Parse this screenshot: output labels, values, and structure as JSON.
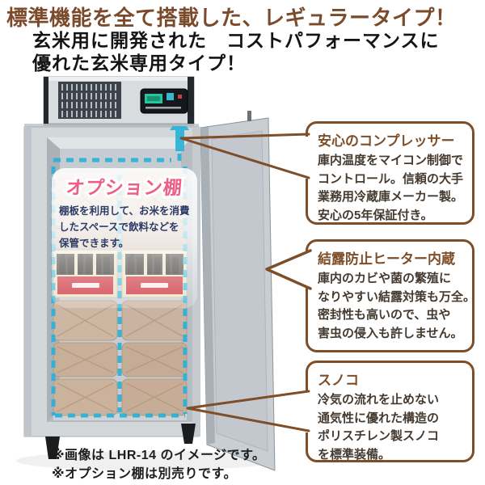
{
  "header": {
    "title": "標準機能を全て搭載した、レギュラータイプ！",
    "subtitle_line1": "玄米用に開発された　コストパフォーマンスに",
    "subtitle_line2": "優れた玄米専用タイプ！"
  },
  "product": {
    "option_shelf": {
      "title": "オプション棚",
      "lines": [
        "棚板を利用して、お米を消費",
        "したスペースで飲料などを",
        "保管できます。"
      ]
    }
  },
  "callouts": [
    {
      "id": "compressor",
      "title": "安心のコンプレッサー",
      "lines": [
        "庫内温度をマイコン制御で",
        "コントロール。信頼の大手",
        "業務用冷蔵庫メーカー製。",
        "安心の5年保証付き。"
      ]
    },
    {
      "id": "heater",
      "title": "結露防止ヒーター内蔵",
      "lines": [
        "庫内のカビや菌の繁殖に",
        "なりやすい結露対策も万全。",
        "密封性も高いので、虫や",
        "害虫の侵入も許しません。"
      ]
    },
    {
      "id": "sunoko",
      "title": "スノコ",
      "lines": [
        "冷気の流れを止めない",
        "通気性に優れた構造の",
        "ポリスチレン製スノコ",
        "を標準装備。"
      ]
    }
  ],
  "footnotes": [
    "※画像は LHR-14 のイメージです。",
    "※オプション棚は別売りです。"
  ],
  "colors": {
    "title_brown": "#7b4a2b",
    "callout_border": "#7d4e28",
    "airflow_cyan": "#28b2d8",
    "shelf_label_pink": "#ee5f88",
    "shelf_text_navy": "#2c3a66",
    "crate_label_red": "#c8232e"
  }
}
